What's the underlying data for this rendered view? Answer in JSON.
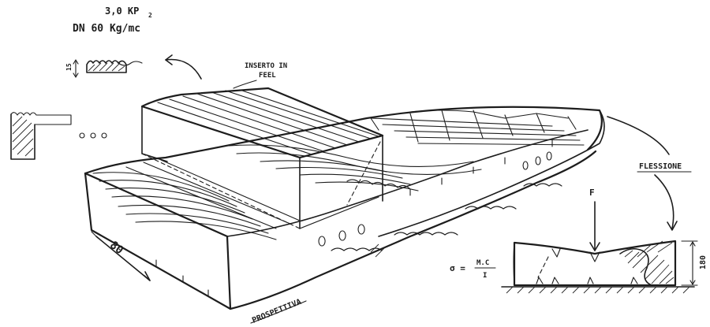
{
  "labels": {
    "density_line1": "3,0 KP",
    "density_sub": "2",
    "density_line2": "DN 60 Kg/mc",
    "thickness_small": "15",
    "insert_line1": "INSERTO IN",
    "insert_line2": "FEEL",
    "width_dim": "80",
    "perspective": "PROSPETTIVA",
    "flexion": "FLESSIONE",
    "force": "F",
    "formula_sigma": "σ =",
    "formula_num": "M.C",
    "formula_den": "I",
    "height_dim": "180"
  },
  "colors": {
    "ink": "#1d1d1d",
    "background": "#ffffff"
  }
}
